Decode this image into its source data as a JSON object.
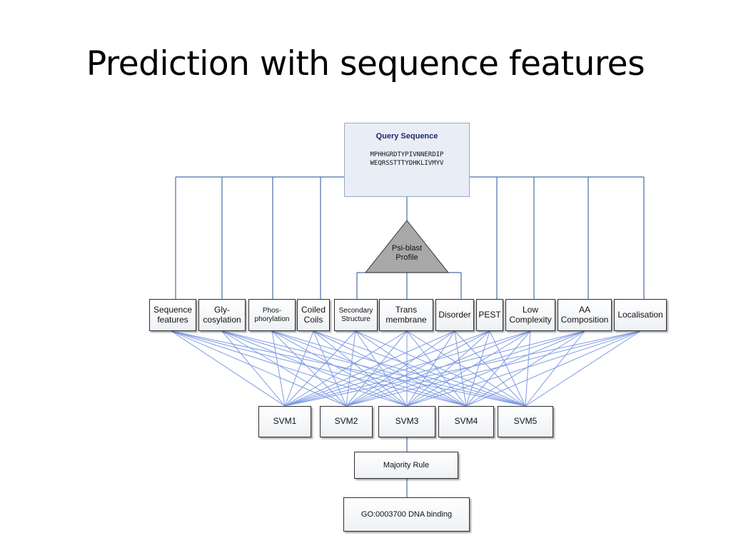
{
  "title": "Prediction with sequence features",
  "query": {
    "title": "Query Sequence",
    "sequence_lines": [
      "MPHHGRDTYPIVNNERDIP",
      "WEQRSSTTTYDHKLIVMYV"
    ]
  },
  "profile": {
    "label_lines": [
      "Psi-blast",
      "Profile"
    ]
  },
  "features": [
    {
      "lines": [
        "Sequence",
        "features"
      ]
    },
    {
      "lines": [
        "Gly-",
        "cosylation"
      ]
    },
    {
      "lines": [
        "Phos-",
        "phorylation"
      ]
    },
    {
      "lines": [
        "Coiled",
        "Coils"
      ]
    },
    {
      "lines": [
        "Secondary",
        "Structure"
      ]
    },
    {
      "lines": [
        "Trans",
        "membrane"
      ]
    },
    {
      "lines": [
        "Disorder"
      ]
    },
    {
      "lines": [
        "PEST"
      ]
    },
    {
      "lines": [
        "Low",
        "Complexity"
      ]
    },
    {
      "lines": [
        "AA",
        "Composition"
      ]
    },
    {
      "lines": [
        "Localisation"
      ]
    }
  ],
  "svms": [
    "SVM1",
    "SVM2",
    "SVM3",
    "SVM4",
    "SVM5"
  ],
  "majority_rule": "Majority Rule",
  "output": "GO:0003700 DNA binding",
  "colors": {
    "connector": "#4a6fa8",
    "mesh": "#7d9be3",
    "profile_fill": "#a8a8a8"
  }
}
